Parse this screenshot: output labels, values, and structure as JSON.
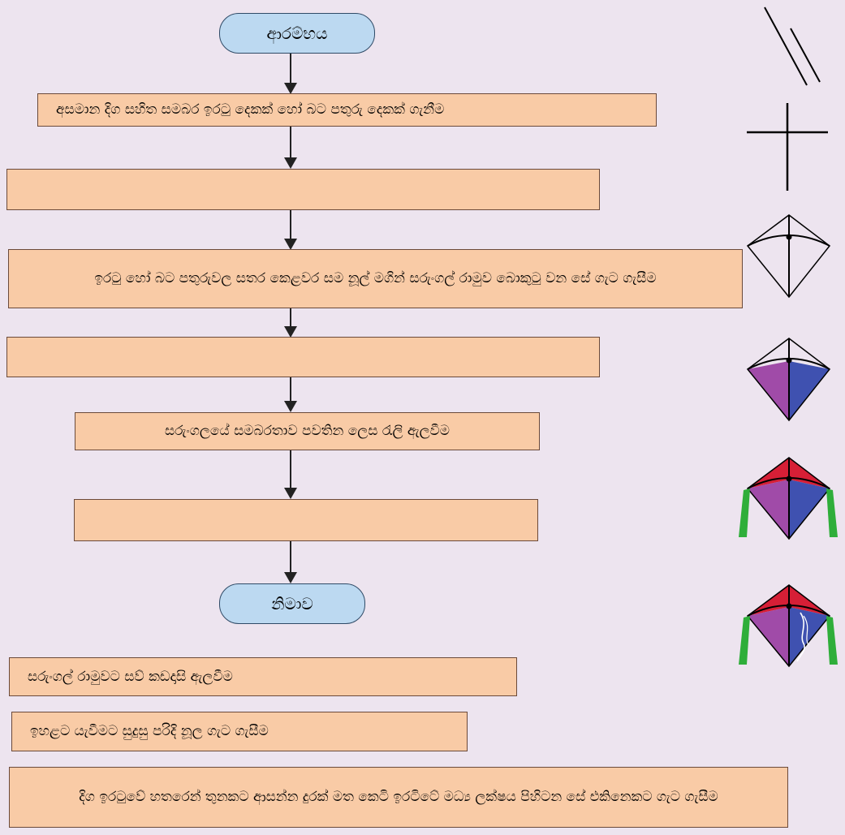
{
  "flowchart": {
    "start_label": "ආරම්භය",
    "end_label": "නිමාව",
    "steps": [
      "අසමාන දිග සහිත සමබර ඉරටු දෙකක් හෝ බට පතුරු දෙකක් ගැනීම",
      "",
      "ඉරටු හෝ බට පතුරුවල සතර කෙළවර සම නූල් මගින් සරුංගල් රාමුව බොකුටු වන සේ ගැට ගැසීම",
      "",
      "සරුංගලයේ සමබරතාව පවතින ලෙස රැලි ඇලවීම",
      ""
    ]
  },
  "options": [
    "සරුංගල් රාමුවට සව් කඩදාසි ඇලවීම",
    "ඉහළට යැවීමට සුදුසු පරිදි නූල ගැට ගැසීම",
    "දිග ඉරටුවේ හතරෙන් තුනකට ආසන්න දුරක් මත කෙටි ඉරටිටේ මධ්‍ය ලක්ෂය පිහිටන සේ එකිනෙකට ගැට ගැසීම"
  ],
  "colors": {
    "background": "#ede4ef",
    "box_fill": "#f9cba6",
    "terminal_fill": "#bcd9f1",
    "kite_red": "#d61f36",
    "kite_purple": "#a04ba8",
    "kite_blue": "#3f51b0",
    "kite_tail": "#2fae3a"
  }
}
